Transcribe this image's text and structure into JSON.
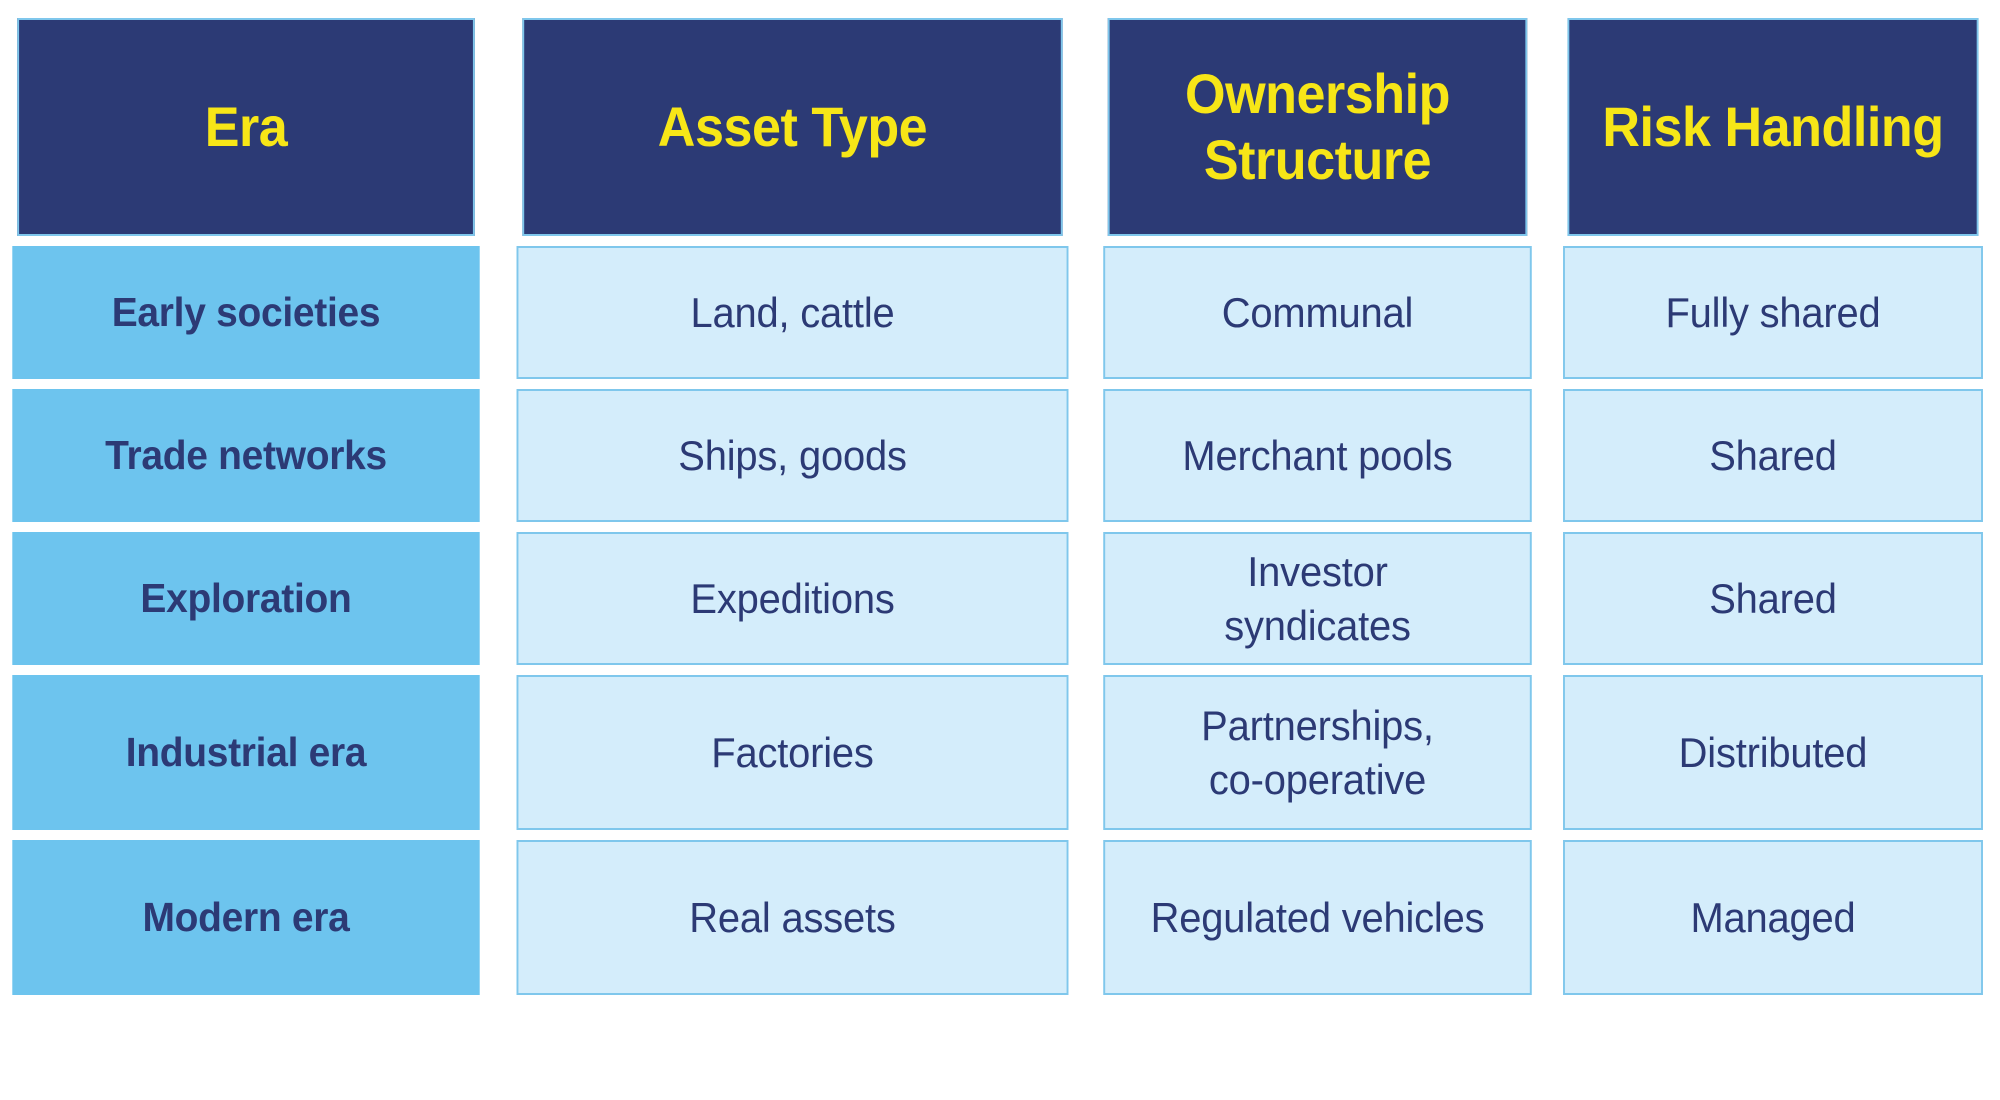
{
  "table": {
    "columns": [
      {
        "key": "era",
        "label": "Era"
      },
      {
        "key": "asset_type",
        "label": "Asset Type"
      },
      {
        "key": "ownership_structure",
        "label_line1": "Ownership",
        "label_line2": "Structure"
      },
      {
        "key": "risk_handling",
        "label": "Risk Handling"
      }
    ],
    "rows": [
      {
        "era": "Early societies",
        "asset_type": "Land, cattle",
        "ownership_structure_line1": "Communal",
        "ownership_structure_line2": "",
        "risk_handling": "Fully shared"
      },
      {
        "era": "Trade networks",
        "asset_type": "Ships, goods",
        "ownership_structure_line1": "Merchant pools",
        "ownership_structure_line2": "",
        "risk_handling": "Shared"
      },
      {
        "era": "Exploration",
        "asset_type": "Expeditions",
        "ownership_structure_line1": "Investor",
        "ownership_structure_line2": "syndicates",
        "risk_handling": "Shared"
      },
      {
        "era": "Industrial era",
        "asset_type": "Factories",
        "ownership_structure_line1": "Partnerships,",
        "ownership_structure_line2": "co-operative",
        "risk_handling": "Distributed"
      },
      {
        "era": "Modern era",
        "asset_type": "Real assets",
        "ownership_structure_line1": "Regulated vehicles",
        "ownership_structure_line2": "",
        "risk_handling": "Managed"
      }
    ]
  },
  "colors": {
    "header_background": "#2C3A75",
    "header_text": "#F7E617",
    "first_column_background": "#6DC4EE",
    "cell_background": "#D4EDFB",
    "cell_border": "#7FC7EC",
    "body_text": "#2C3A75",
    "page_background": "#FFFFFF"
  }
}
